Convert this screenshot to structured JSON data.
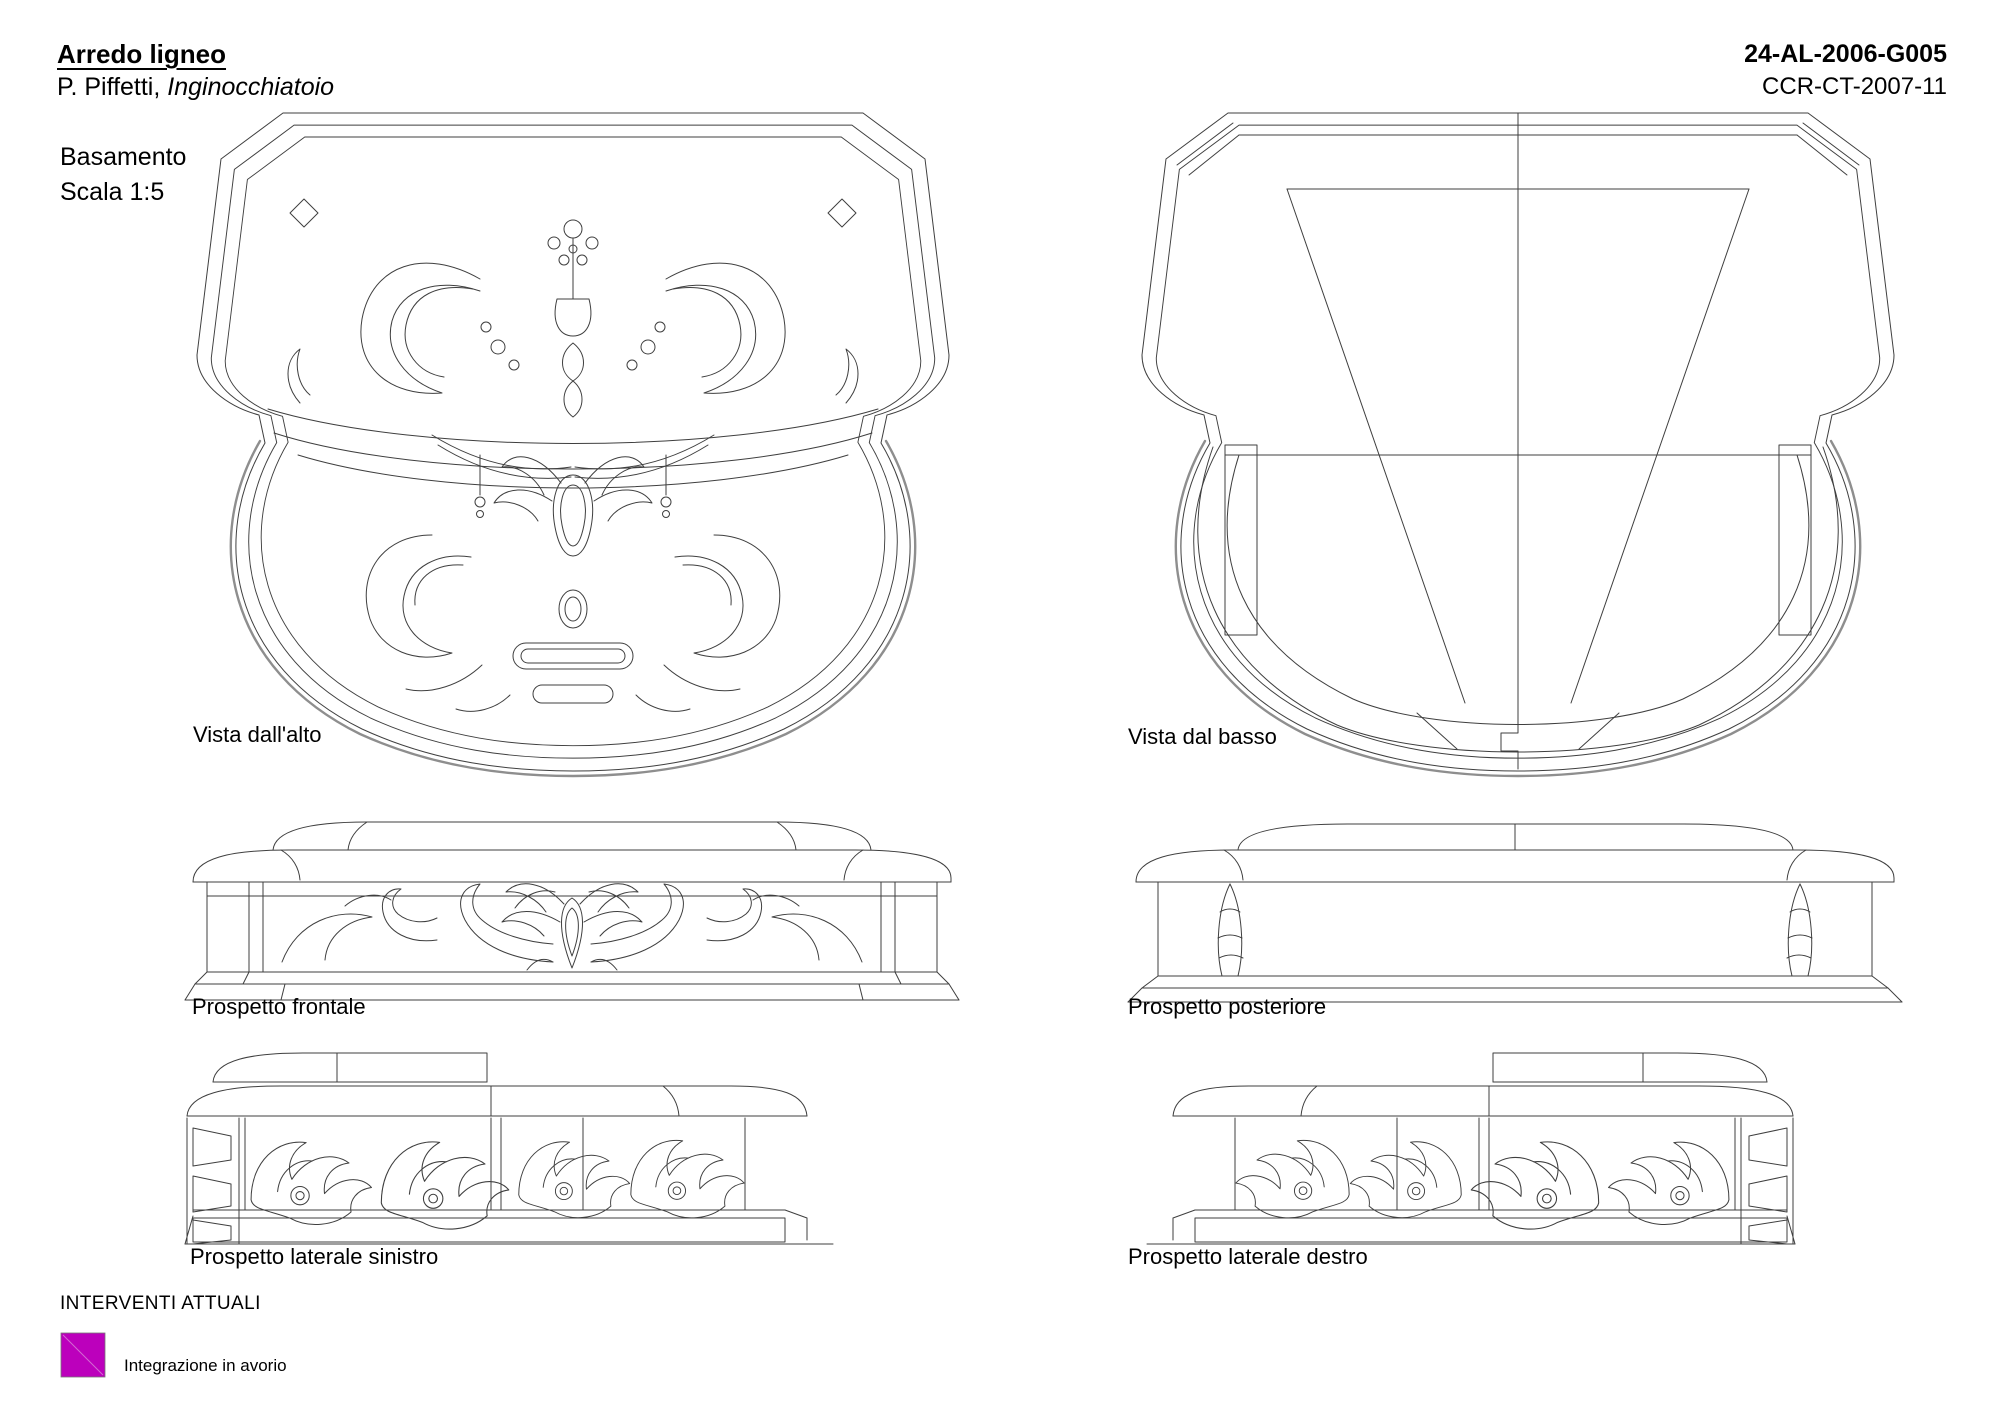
{
  "document": {
    "title": "Arredo ligneo",
    "author_line": {
      "prefix": "P. Piffetti, ",
      "work": "Inginocchiatoio"
    },
    "codes": {
      "primary": "24-AL-2006-G005",
      "secondary": "CCR-CT-2007-11"
    },
    "subject": {
      "name": "Basamento",
      "scale": "Scala 1:5"
    }
  },
  "views": [
    {
      "id": "vista-dall-alto",
      "label": "Vista dall'alto"
    },
    {
      "id": "vista-dal-basso",
      "label": "Vista dal basso"
    },
    {
      "id": "prospetto-frontale",
      "label": "Prospetto frontale"
    },
    {
      "id": "prospetto-posteriore",
      "label": "Prospetto posteriore"
    },
    {
      "id": "prospetto-laterale-sinistro",
      "label": "Prospetto laterale sinistro"
    },
    {
      "id": "prospetto-laterale-destro",
      "label": "Prospetto laterale destro"
    }
  ],
  "legend": {
    "title": "INTERVENTI ATTUALI",
    "items": [
      {
        "label": "Integrazione in avorio",
        "color": "#bc00bc"
      }
    ]
  },
  "interventions": {
    "marked_views": [
      "Vista dall'alto",
      "Prospetto frontale",
      "Prospetto laterale sinistro"
    ]
  },
  "colors": {
    "line": "#3f3f3f",
    "line_light": "#8e8e8e",
    "intervention": "#bc00bc",
    "paper": "#ffffff"
  }
}
